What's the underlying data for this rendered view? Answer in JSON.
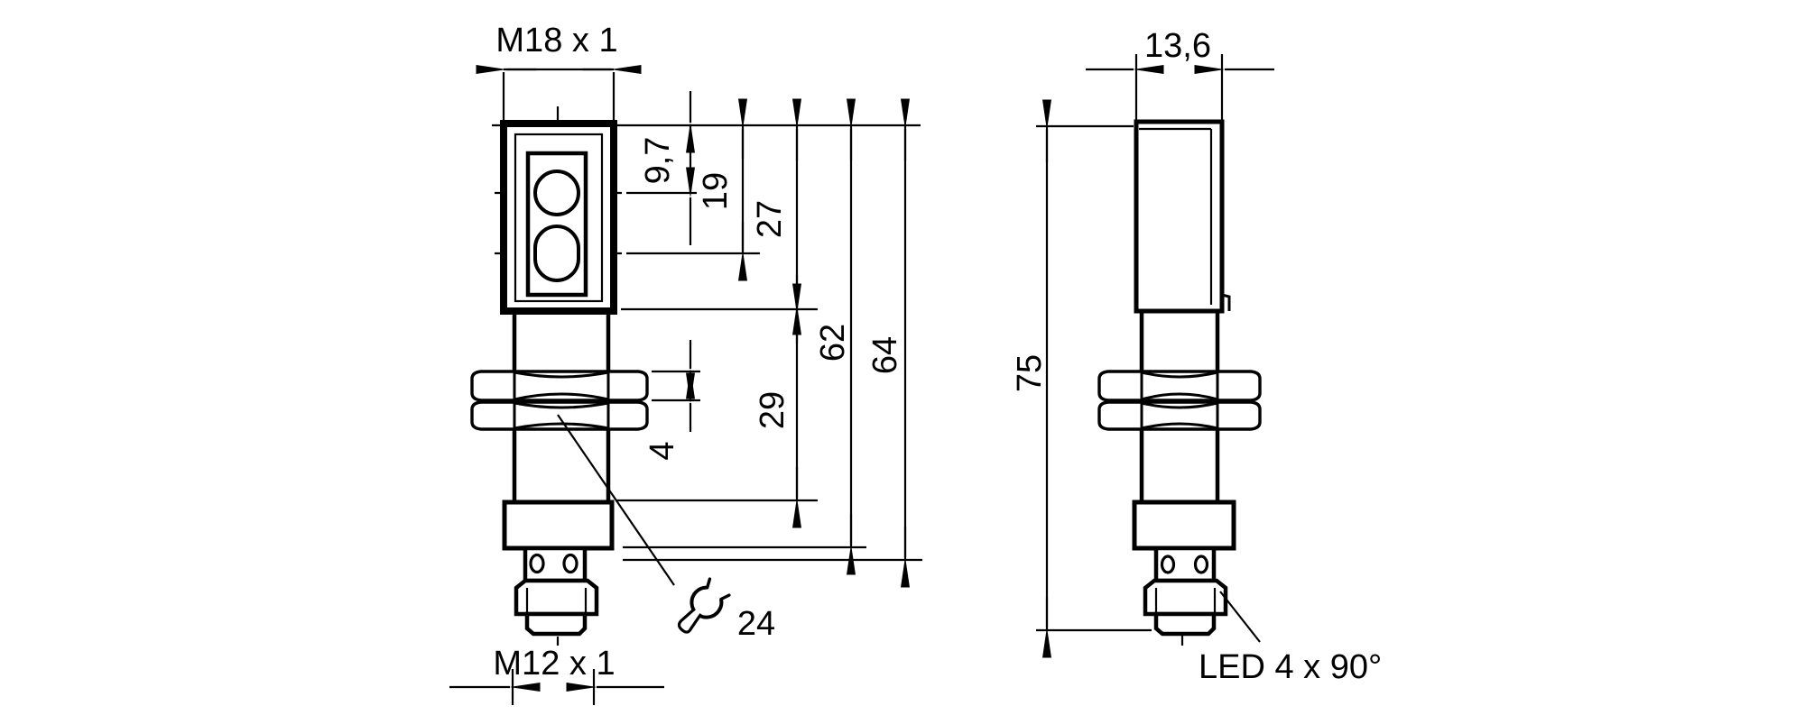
{
  "front_view": {
    "thread_label": "M18 x 1",
    "connector_thread_label": "M12 x 1",
    "wrench_size_label": "24",
    "dim_lens1_offset": "9,7",
    "dim_lens2_offset": "19",
    "dim_head_length": "27",
    "dim_housing_length": "62",
    "dim_housing_total_length": "64",
    "dim_barrel_length": "29",
    "dim_nut_thickness": "4"
  },
  "side_view": {
    "dim_head_width": "13,6",
    "dim_total_length": "75",
    "led_label": "LED 4 x 90°"
  },
  "colors": {
    "ink": "#000000",
    "background": "#ffffff"
  }
}
